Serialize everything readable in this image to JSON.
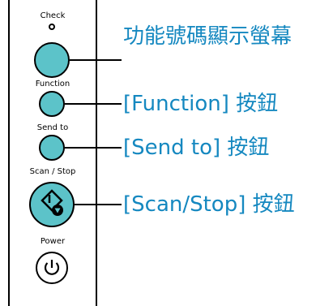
{
  "panel": {
    "check_label": "Check",
    "function_label": "Function",
    "sendto_label": "Send to",
    "scanstop_label": "Scan / Stop",
    "power_label": "Power"
  },
  "callouts": {
    "display": "功能號碼顯示螢幕",
    "function": "[Function] 按鈕",
    "sendto": "[Send to] 按鈕",
    "scanstop": "[Scan/Stop] 按鈕"
  },
  "colors": {
    "button_fill": "#5cc3c9",
    "callout_text": "#1588c0",
    "outline": "#000000"
  }
}
